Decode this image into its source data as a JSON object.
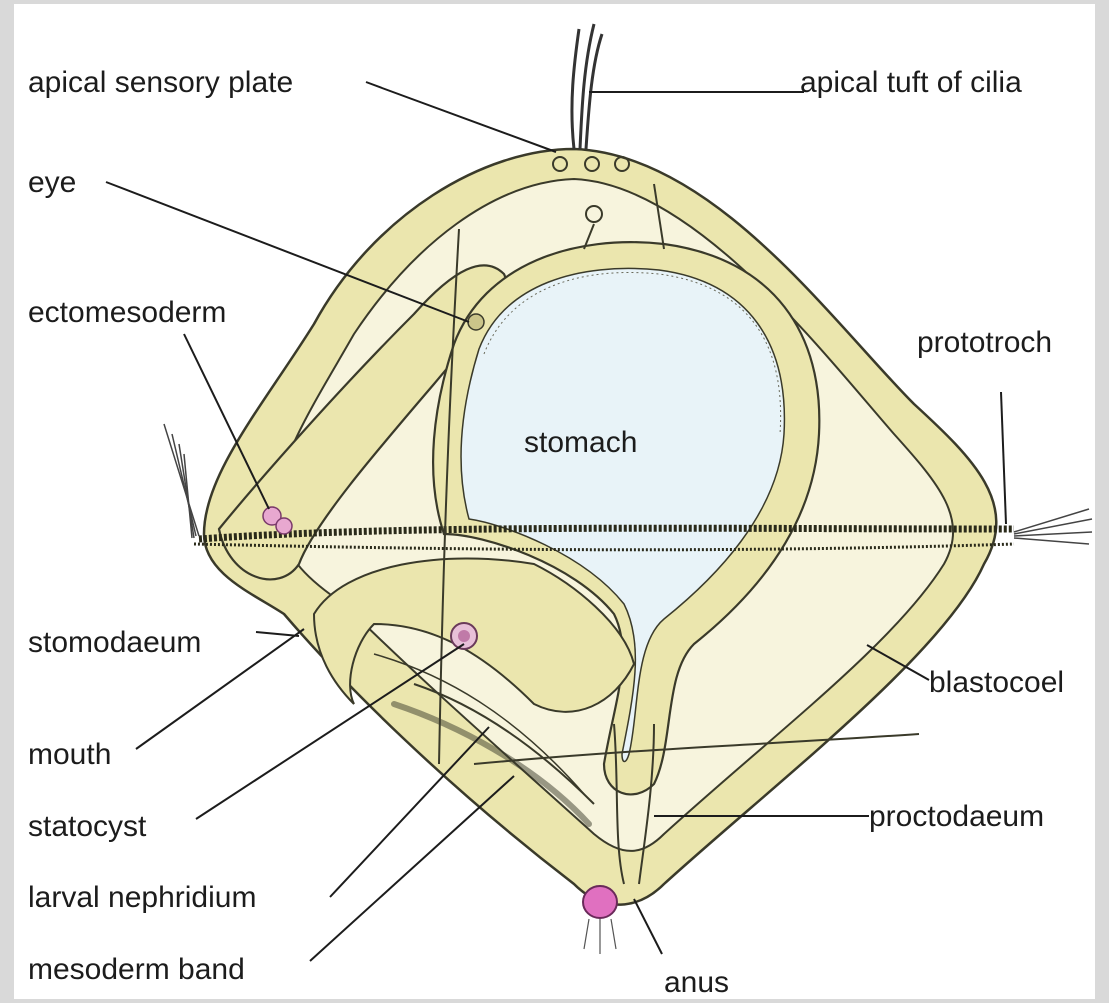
{
  "labels": {
    "apical_sensory_plate": "apical sensory plate",
    "apical_tuft": "apical tuft of cilia",
    "eye": "eye",
    "ectomesoderm": "ectomesoderm",
    "prototroch": "prototroch",
    "stomach": "stomach",
    "stomodaeum": "stomodaeum",
    "blastocoel": "blastocoel",
    "mouth": "mouth",
    "statocyst": "statocyst",
    "proctodaeum": "proctodaeum",
    "larval_nephridium": "larval nephridium",
    "mesoderm_band": "mesoderm band",
    "anus": "anus"
  },
  "colors": {
    "tissue": "#ebe6ae",
    "cavity": "#f7f4dd",
    "stomach_lumen": "#e8f3f8",
    "outline": "#3a3a2a",
    "pink_cells": "#e8a8d0",
    "anal_vesicle": "#e070c0"
  }
}
